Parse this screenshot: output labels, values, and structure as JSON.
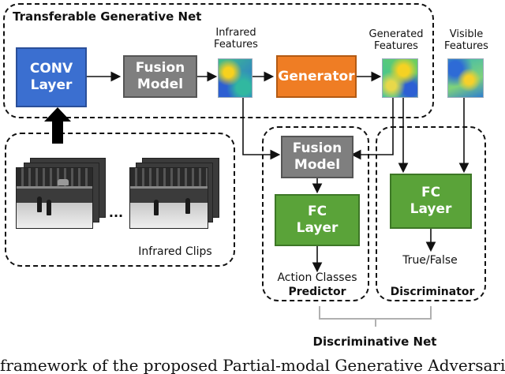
{
  "regions": {
    "generative_net_title": "Transferable Generative Net",
    "clips_label": "Infrared Clips",
    "predictor_label": "Predictor",
    "discriminator_label": "Discriminator",
    "discriminative_net_label": "Discriminative Net"
  },
  "boxes": {
    "conv": "CONV\nLayer",
    "fusion_top": "Fusion\nModel",
    "generator": "Generator",
    "fusion_bottom": "Fusion\nModel",
    "fc_predictor": "FC\nLayer",
    "fc_discriminator": "FC\nLayer"
  },
  "labels": {
    "infrared_features": "Infrared\nFeatures",
    "generated_features": "Generated\nFeatures",
    "visible_features": "Visible\nFeatures",
    "ellipsis": "...",
    "action_classes": "Action Classes",
    "true_false": "True/False",
    "caption_fragment": "framework of the proposed Partial-modal Generative Adversarial"
  },
  "colors": {
    "conv": "#3b6fd0",
    "fusion": "#7f7f7f",
    "generator": "#ef7d24",
    "fc": "#5aa339",
    "bracket": "#b0b0b0"
  }
}
